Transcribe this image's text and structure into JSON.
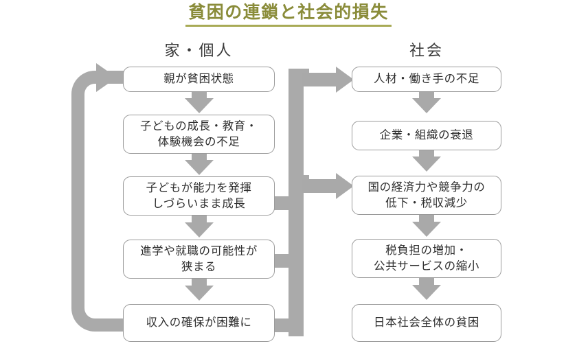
{
  "title": "貧困の連鎖と社会的損失",
  "columns": {
    "left_header": "家・個人",
    "right_header": "社会"
  },
  "left_nodes": [
    {
      "id": "parent-poverty",
      "label": "親が貧困状態"
    },
    {
      "id": "child-growth-education-lack",
      "label": "子どもの成長・教育・\n体験機会の不足"
    },
    {
      "id": "child-ability-unused",
      "label": "子どもが能力を発揮\nしづらいまま成長"
    },
    {
      "id": "narrowed-opportunities",
      "label": "進学や就職の可能性が\n狭まる"
    },
    {
      "id": "income-difficulty",
      "label": "収入の確保が困難に"
    }
  ],
  "right_nodes": [
    {
      "id": "workforce-shortage",
      "label": "人材・働き手の不足"
    },
    {
      "id": "company-decline",
      "label": "企業・組織の衰退"
    },
    {
      "id": "national-economy-decline",
      "label": "国の経済力や競争力の\n低下・税収減少"
    },
    {
      "id": "tax-burden-service-cut",
      "label": "税負担の増加・\n公共サービスの縮小"
    },
    {
      "id": "japan-society-poverty",
      "label": "日本社会全体の貧困"
    }
  ],
  "colors": {
    "title": "#8a8c3a",
    "title_underline": "#a8aa55",
    "arrow": "#a9a9a9",
    "connector": "#aaaaaa",
    "box_border": "#9a9a9a",
    "box_fill": "#ffffff",
    "text": "#2e2e2e"
  },
  "connectors": {
    "left_chain": "親が貧困状態 → 子どもの成長・教育・体験機会の不足 → 子どもが能力を発揮しづらいまま成長 → 進学や就職の可能性が狭まる → 収入の確保が困難に",
    "right_chain": "人材・働き手の不足 → 企業・組織の衰退 → 国の経済力や競争力の低下・税収減少 → 税負担の増加・公共サービスの縮小 → 日本社会全体の貧困",
    "cross_to_workforce": "家・個人側 → 人材・働き手の不足",
    "cross_to_economy": "家・個人側 → 国の経済力や競争力の低下・税収減少",
    "feedback_loop": "収入の確保が困難に → 親が貧困状態"
  }
}
